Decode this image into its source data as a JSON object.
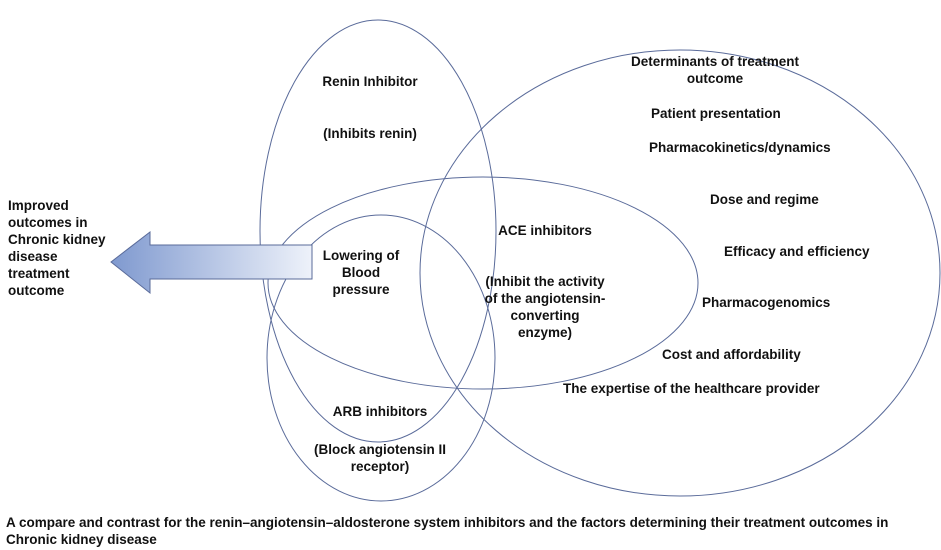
{
  "colors": {
    "outline": "#5a6b9a",
    "arrow_dark": "#7f99cf",
    "arrow_light": "#eef2fa",
    "text": "#111111"
  },
  "renin": {
    "title": "Renin Inhibitor",
    "desc": "(Inhibits renin)"
  },
  "center": {
    "line1": "Lowering of",
    "line2": "Blood",
    "line3": "pressure"
  },
  "ace": {
    "title": "ACE inhibitors",
    "desc_line1": "(Inhibit the activity",
    "desc_line2": "of the angiotensin-",
    "desc_line3": "converting",
    "desc_line4": "enzyme)"
  },
  "arb": {
    "title": "ARB inhibitors",
    "desc_line1": "(Block angiotensin II",
    "desc_line2": "receptor)"
  },
  "determinants": {
    "title_line1": "Determinants of treatment",
    "title_line2": "outcome",
    "items": [
      "Patient presentation",
      "Pharmacokinetics/dynamics",
      "Dose and regime",
      "Efficacy and efficiency",
      "Pharmacogenomics",
      "Cost and affordability",
      "The expertise of the healthcare provider"
    ]
  },
  "outcome": {
    "lines": [
      "Improved",
      "outcomes in",
      "Chronic kidney",
      "disease",
      "treatment",
      "outcome"
    ]
  },
  "caption": "A compare and contrast for the  renin–angiotensin–aldosterone system inhibitors and the factors determining their treatment outcomes in Chronic kidney disease"
}
